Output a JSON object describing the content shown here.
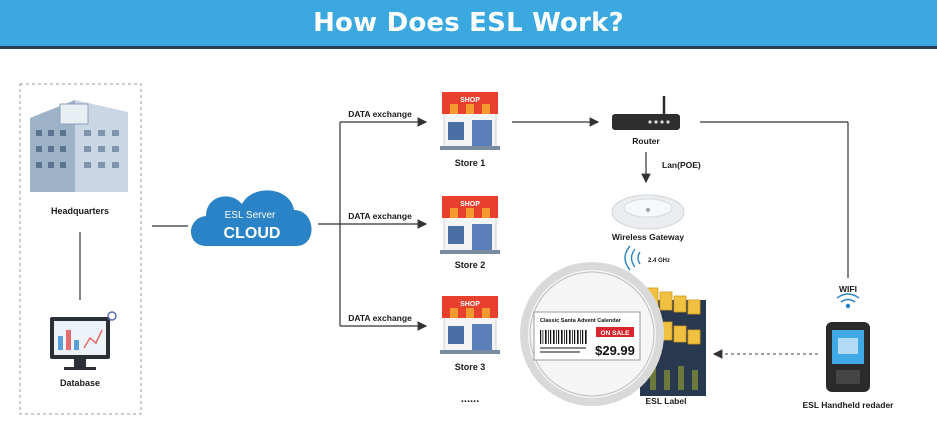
{
  "header": {
    "title": "How Does ESL Work?"
  },
  "colors": {
    "banner": "#3ba8e0",
    "cloud": "#2a83c6",
    "awning_red": "#e8402c",
    "awning_orange": "#f29a2e"
  },
  "nodes": {
    "headquarters": "Headquarters",
    "database": "Database",
    "cloud_line1": "ESL Server",
    "cloud_line2": "CLOUD",
    "shop_sign": "SHOP",
    "store1": "Store 1",
    "store2": "Store 2",
    "store3": "Store 3",
    "more_stores": "......",
    "router": "Router",
    "lan": "Lan(POE)",
    "gateway": "Wireless Gateway",
    "frequency": "2.4 GHz",
    "wifi": "WIFI",
    "handheld": "ESL Handheld redader",
    "esl_label": "ESL Label"
  },
  "edges": {
    "data_exchange": "DATA exchange"
  },
  "price_tag": {
    "product": "Classic Santa Advent Calendar",
    "badge": "ON SALE",
    "price": "$29.99"
  }
}
